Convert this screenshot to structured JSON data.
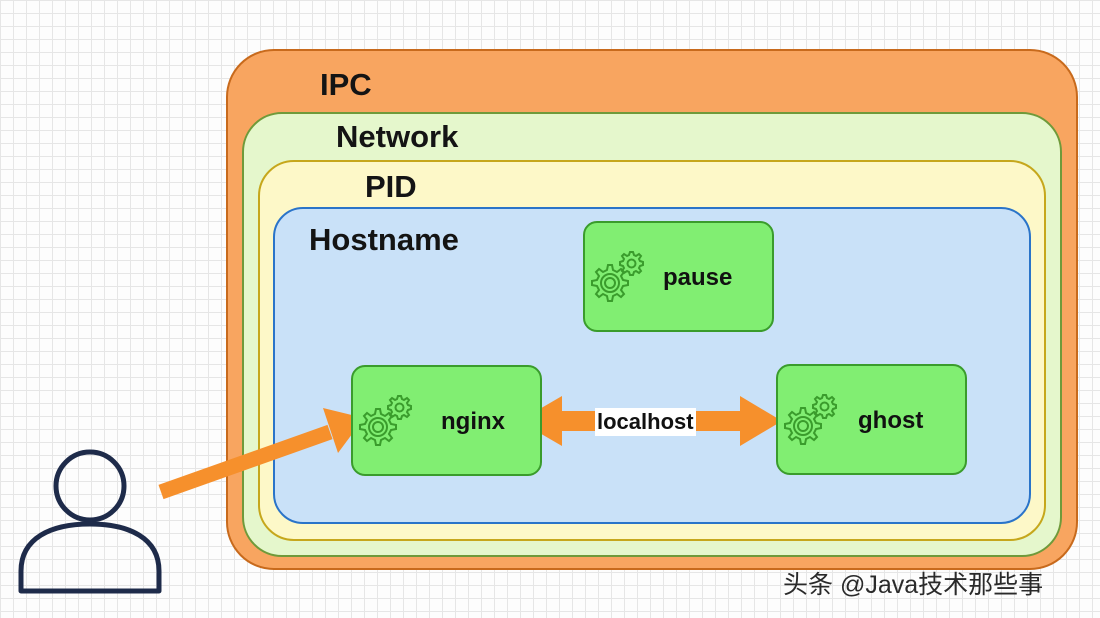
{
  "layers": {
    "ipc": "IPC",
    "network": "Network",
    "pid": "PID",
    "hostname": "Hostname"
  },
  "containers": {
    "pause": "pause",
    "nginx": "nginx",
    "ghost": "ghost"
  },
  "link_label": "localhost",
  "watermark": "头条 @Java技术那些事",
  "icons": {
    "container": "gears-icon",
    "user": "user-icon"
  },
  "colors": {
    "ipc": "#f8a560",
    "network": "#e5f7cc",
    "pid": "#fdf8c8",
    "hostname": "#c9e1f8",
    "container": "#81ee72",
    "arrow": "#f6902c"
  }
}
